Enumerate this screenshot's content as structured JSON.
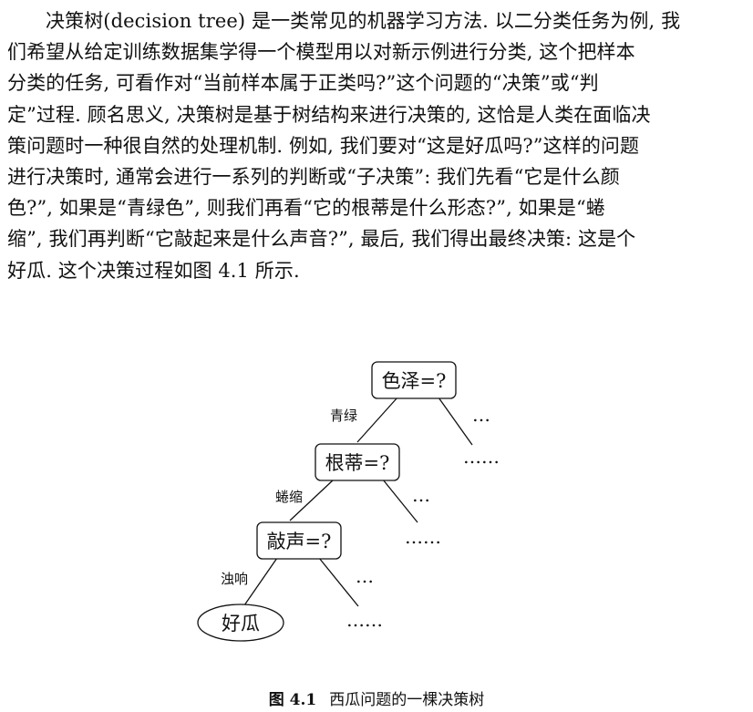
{
  "paragraph": {
    "lines": [
      "决策树(decision tree) 是一类常见的机器学习方法. 以二分类任务为例, 我",
      "们希望从给定训练数据集学得一个模型用以对新示例进行分类, 这个把样本",
      "分类的任务, 可看作对“当前样本属于正类吗?”这个问题的“决策”或“判",
      "定”过程. 顾名思义, 决策树是基于树结构来进行决策的, 这恰是人类在面临决",
      "策问题时一种很自然的处理机制. 例如, 我们要对“这是好瓜吗?”这样的问题",
      "进行决策时, 通常会进行一系列的判断或“子决策”: 我们先看“它是什么颜",
      "色?”, 如果是“青绿色”, 则我们再看“它的根蒂是什么形态?”, 如果是“蜷",
      "缩”, 我们再判断“它敲起来是什么声音?”, 最后, 我们得出最终决策: 这是个",
      "好瓜. 这个决策过程如图 4.1 所示."
    ]
  },
  "figure": {
    "nodes": {
      "color": "色泽=?",
      "root": "根蒂=?",
      "sound": "敲声=?",
      "leaf": "好瓜"
    },
    "edge_labels": {
      "green": "青绿",
      "curled": "蜷缩",
      "dull": "浊响"
    },
    "ellipsis_short": "…",
    "ellipsis_long": "……"
  },
  "caption": {
    "number": "图 4.1",
    "title": "西瓜问题的一棵决策树"
  }
}
